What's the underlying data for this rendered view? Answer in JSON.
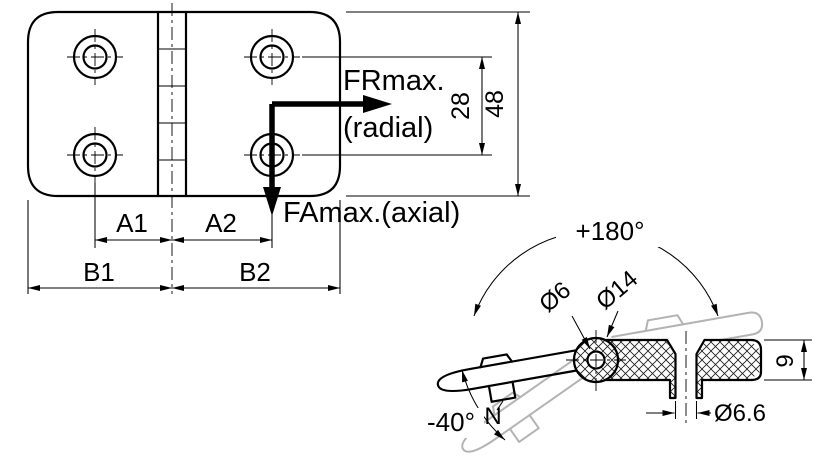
{
  "front": {
    "fr_max": "FRmax.",
    "radial": "(radial)",
    "fa_max": "FAmax.(axial)",
    "a1": "A1",
    "a2": "A2",
    "b1": "B1",
    "b2": "B2",
    "hole_spacing": "28",
    "height": "48"
  },
  "side": {
    "open_angle": "+180°",
    "closed_angle": "-40°",
    "pin_bore": "Ø6",
    "knuckle_dia": "Ø14",
    "mount_hole_dia": "Ø6.6",
    "leaf_thickness": "9",
    "position_label": "N"
  },
  "colors": {
    "line": "#000000",
    "phantom": "#b3b3b3",
    "background": "#ffffff"
  }
}
